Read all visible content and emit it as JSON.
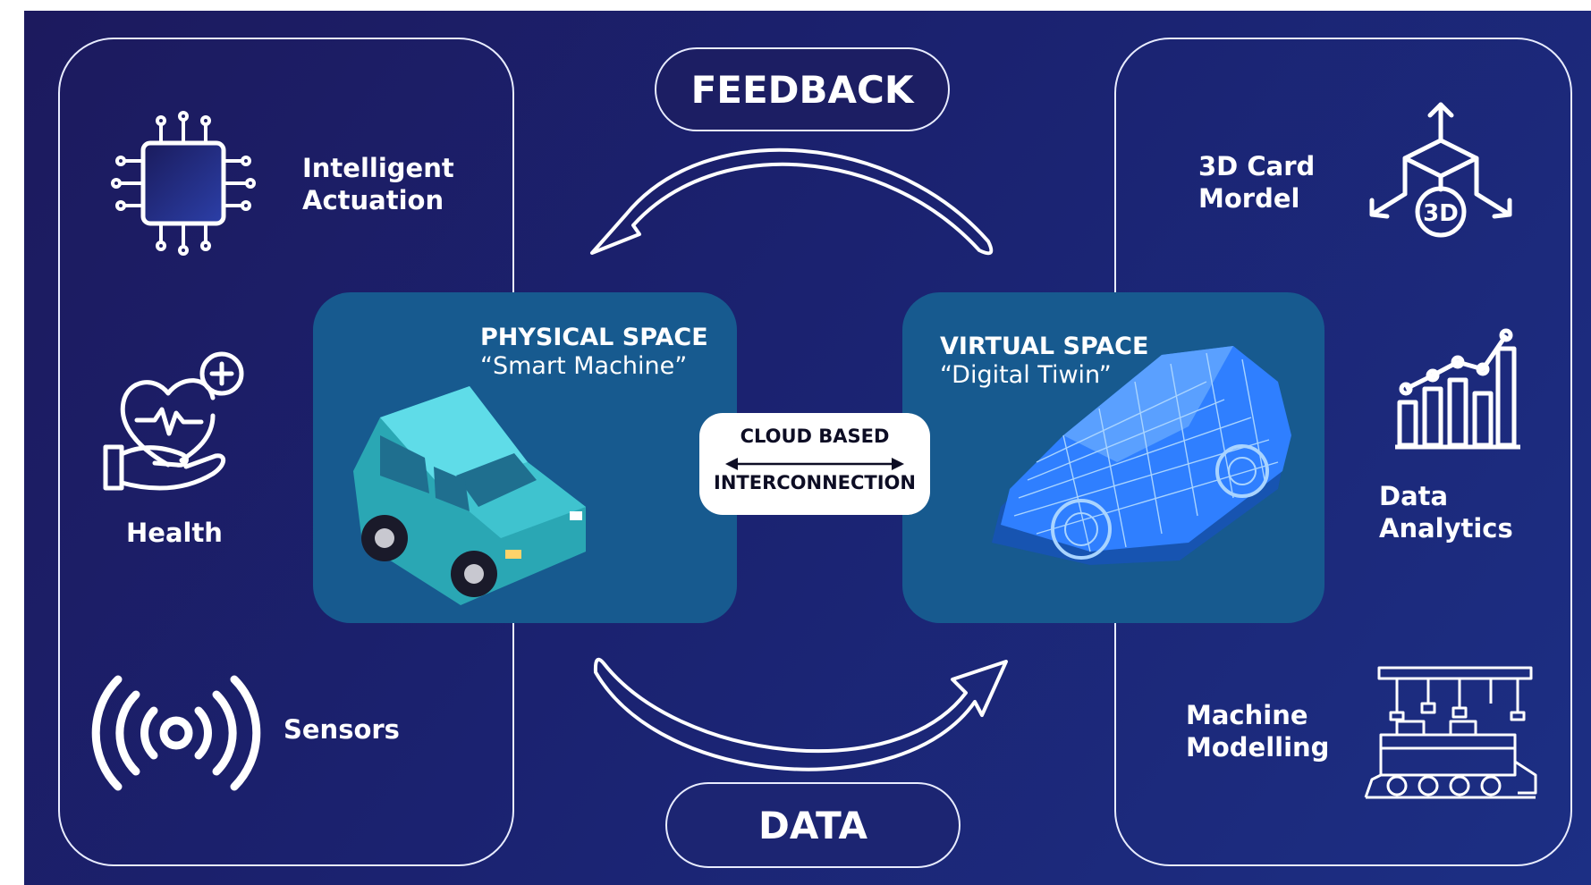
{
  "labels": {
    "feedback": "FEEDBACK",
    "data": "DATA"
  },
  "left_features": [
    {
      "lines": [
        "Intelligent",
        "Actuation"
      ],
      "icon": "chip-icon"
    },
    {
      "lines": [
        "Health"
      ],
      "icon": "heart-hand-icon"
    },
    {
      "lines": [
        "Sensors"
      ],
      "icon": "signal-icon"
    }
  ],
  "right_features": [
    {
      "lines": [
        "3D Card",
        "Mordel"
      ],
      "icon": "3d-cube-icon"
    },
    {
      "lines": [
        "Data",
        "Analytics"
      ],
      "icon": "bar-chart-icon"
    },
    {
      "lines": [
        "Machine",
        "Modelling"
      ],
      "icon": "assembly-line-icon"
    }
  ],
  "physical_space": {
    "title": "PHYSICAL SPACE",
    "subtitle": "“Smart Machine”",
    "icon": "car-icon"
  },
  "virtual_space": {
    "title": "VIRTUAL SPACE",
    "subtitle": "“Digital Tiwin”",
    "icon": "wireframe-car-icon"
  },
  "interconnection": {
    "line1": "CLOUD BASED",
    "line2": "INTERCONNECTION"
  },
  "colors": {
    "background": "#1b2270",
    "panel": "#175a8f",
    "outline": "#e8ecff",
    "physical_car": "#3fc3cf",
    "virtual_car": "#2f7fff"
  }
}
